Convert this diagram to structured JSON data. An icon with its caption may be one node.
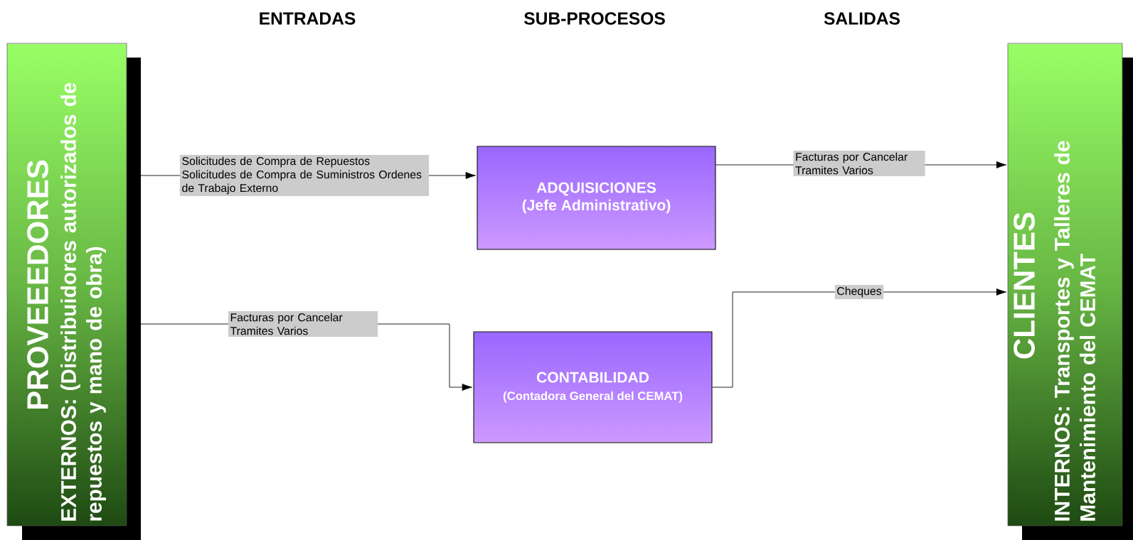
{
  "diagram": {
    "nodes": [
      {
        "text": [
          "PROVEEEDORES",
          "EXTERNOS: (Distribuidores autorizados de repuestos y mano de obra)"
        ]
      },
      {
        "text": [
          "CLIENTES",
          "INTERNOS: Transportes y Talleres de Mantenimiento del CEMAT"
        ]
      },
      {
        "text": [
          "ADQUISICIONES",
          "(Jefe Administrativo)"
        ]
      },
      {
        "text": [
          "CONTABILIDAD",
          "(Contadora General del CEMAT)"
        ]
      }
    ],
    "edges": [
      {
        "from": 0,
        "to": 2,
        "arrow": "to",
        "label": "Solicitudes de Compra de Repuestos Solicitudes de Compra de Suministros Ordenes de Trabajo Externo"
      },
      {
        "from": 0,
        "to": 3,
        "arrow": "to",
        "label": "Facturas por Cancelar Tramites Varios"
      },
      {
        "from": 2,
        "to": 1,
        "arrow": "to",
        "label": "Facturas por Cancelar Tramites Varios"
      },
      {
        "from": 3,
        "to": 1,
        "arrow": "to",
        "label": "Cheques"
      }
    ],
    "labels": [
      "ENTRADAS",
      "SUB-PROCESOS",
      "SALIDAS"
    ]
  }
}
